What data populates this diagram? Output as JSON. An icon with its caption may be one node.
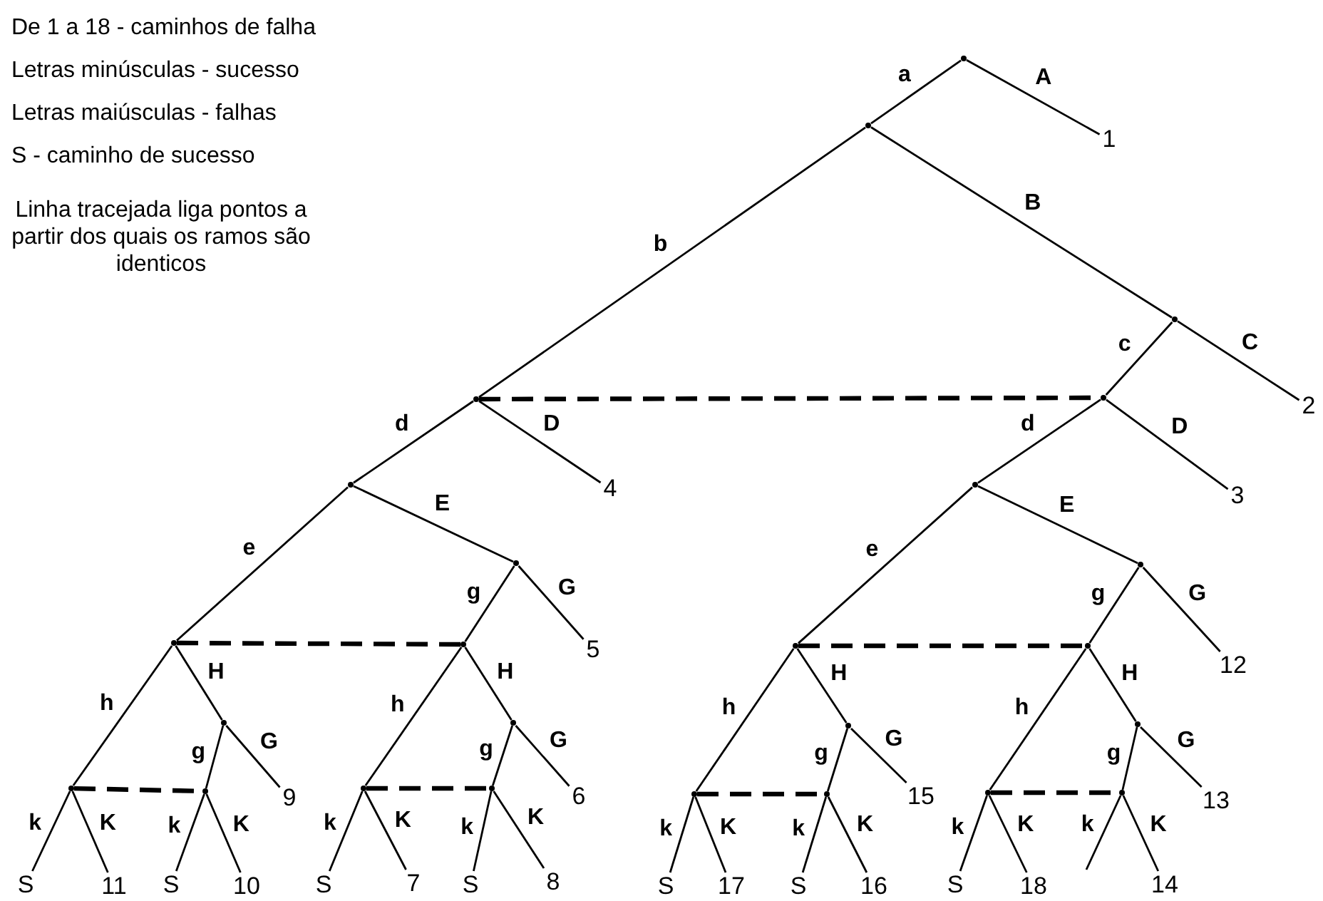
{
  "diagram": {
    "nodes": [
      {
        "text": [],
        "shape": "dot"
      },
      {
        "text": [
          "1"
        ]
      },
      {
        "text": [],
        "shape": "dot"
      },
      {
        "text": [],
        "shape": "dot"
      },
      {
        "text": [],
        "shape": "dot"
      },
      {
        "text": [],
        "shape": "dot"
      },
      {
        "text": [
          "2"
        ]
      },
      {
        "text": [
          "4"
        ]
      },
      {
        "text": [],
        "shape": "dot"
      },
      {
        "text": [
          "3"
        ]
      },
      {
        "text": [],
        "shape": "dot"
      },
      {
        "text": [],
        "shape": "dot"
      },
      {
        "text": [],
        "shape": "dot"
      },
      {
        "text": [],
        "shape": "dot"
      },
      {
        "text": [],
        "shape": "dot"
      },
      {
        "text": [
          "5"
        ]
      },
      {
        "text": [],
        "shape": "dot"
      },
      {
        "text": [],
        "shape": "dot"
      },
      {
        "text": [
          "12"
        ]
      },
      {
        "text": [],
        "shape": "dot"
      },
      {
        "text": [],
        "shape": "dot"
      },
      {
        "text": [],
        "shape": "dot"
      },
      {
        "text": [],
        "shape": "dot"
      },
      {
        "text": [],
        "shape": "dot"
      },
      {
        "text": [],
        "shape": "dot"
      },
      {
        "text": [
          "9"
        ]
      },
      {
        "text": [],
        "shape": "dot"
      },
      {
        "text": [],
        "shape": "dot"
      },
      {
        "text": [
          "6"
        ]
      },
      {
        "text": [],
        "shape": "dot"
      },
      {
        "text": [],
        "shape": "dot"
      },
      {
        "text": [
          "15"
        ]
      },
      {
        "text": [],
        "shape": "dot"
      },
      {
        "text": [],
        "shape": "dot"
      },
      {
        "text": [
          "13"
        ]
      },
      {
        "text": [
          "S"
        ]
      },
      {
        "text": [
          "11"
        ]
      },
      {
        "text": [
          "S"
        ]
      },
      {
        "text": [
          "10"
        ]
      },
      {
        "text": [
          "S"
        ]
      },
      {
        "text": [
          "7"
        ]
      },
      {
        "text": [
          "S"
        ]
      },
      {
        "text": [
          "8"
        ]
      },
      {
        "text": [
          "S"
        ]
      },
      {
        "text": [
          "17"
        ]
      },
      {
        "text": [
          "S"
        ]
      },
      {
        "text": [
          "16"
        ]
      },
      {
        "text": [
          "S"
        ]
      },
      {
        "text": [
          "18"
        ]
      },
      {
        "text": [
          "14"
        ]
      }
    ],
    "edges": [
      {
        "from": 0,
        "to": 2,
        "arrow": "none",
        "label": "a"
      },
      {
        "from": 0,
        "to": 1,
        "arrow": "none",
        "label": "A"
      },
      {
        "from": 2,
        "to": 3,
        "arrow": "none",
        "label": "b"
      },
      {
        "from": 2,
        "to": 4,
        "arrow": "none",
        "label": "B"
      },
      {
        "from": 4,
        "to": 5,
        "arrow": "none",
        "label": "c"
      },
      {
        "from": 4,
        "to": 6,
        "arrow": "none",
        "label": "C"
      },
      {
        "from": 3,
        "to": 5,
        "arrow": "none",
        "style": "dashed"
      },
      {
        "from": 3,
        "to": 8,
        "arrow": "none",
        "label": "d"
      },
      {
        "from": 3,
        "to": 7,
        "arrow": "none",
        "label": "D"
      },
      {
        "from": 5,
        "to": 10,
        "arrow": "none",
        "label": "d"
      },
      {
        "from": 5,
        "to": 9,
        "arrow": "none",
        "label": "D"
      },
      {
        "from": 8,
        "to": 13,
        "arrow": "none",
        "label": "e"
      },
      {
        "from": 8,
        "to": 11,
        "arrow": "none",
        "label": "E"
      },
      {
        "from": 11,
        "to": 14,
        "arrow": "none",
        "label": "g"
      },
      {
        "from": 11,
        "to": 15,
        "arrow": "none",
        "label": "G"
      },
      {
        "from": 13,
        "to": 14,
        "arrow": "none",
        "style": "dashed"
      },
      {
        "from": 10,
        "to": 16,
        "arrow": "none",
        "label": "e"
      },
      {
        "from": 10,
        "to": 12,
        "arrow": "none",
        "label": "E"
      },
      {
        "from": 12,
        "to": 17,
        "arrow": "none",
        "label": "g"
      },
      {
        "from": 12,
        "to": 18,
        "arrow": "none",
        "label": "G"
      },
      {
        "from": 16,
        "to": 17,
        "arrow": "none",
        "style": "dashed"
      },
      {
        "from": 13,
        "to": 23,
        "arrow": "none",
        "label": "h"
      },
      {
        "from": 13,
        "to": 19,
        "arrow": "none",
        "label": "H"
      },
      {
        "from": 19,
        "to": 24,
        "arrow": "none",
        "label": "g"
      },
      {
        "from": 19,
        "to": 25,
        "arrow": "none",
        "label": "G"
      },
      {
        "from": 23,
        "to": 24,
        "arrow": "none",
        "style": "dashed"
      },
      {
        "from": 14,
        "to": 26,
        "arrow": "none",
        "label": "h"
      },
      {
        "from": 14,
        "to": 20,
        "arrow": "none",
        "label": "H"
      },
      {
        "from": 20,
        "to": 27,
        "arrow": "none",
        "label": "g"
      },
      {
        "from": 20,
        "to": 28,
        "arrow": "none",
        "label": "G"
      },
      {
        "from": 26,
        "to": 27,
        "arrow": "none",
        "style": "dashed"
      },
      {
        "from": 16,
        "to": 29,
        "arrow": "none",
        "label": "h"
      },
      {
        "from": 16,
        "to": 21,
        "arrow": "none",
        "label": "H"
      },
      {
        "from": 21,
        "to": 30,
        "arrow": "none",
        "label": "g"
      },
      {
        "from": 21,
        "to": 31,
        "arrow": "none",
        "label": "G"
      },
      {
        "from": 29,
        "to": 30,
        "arrow": "none",
        "style": "dashed"
      },
      {
        "from": 17,
        "to": 32,
        "arrow": "none",
        "label": "h"
      },
      {
        "from": 17,
        "to": 22,
        "arrow": "none",
        "label": "H"
      },
      {
        "from": 22,
        "to": 33,
        "arrow": "none",
        "label": "g"
      },
      {
        "from": 22,
        "to": 34,
        "arrow": "none",
        "label": "G"
      },
      {
        "from": 32,
        "to": 33,
        "arrow": "none",
        "style": "dashed"
      },
      {
        "from": 23,
        "to": 35,
        "arrow": "none",
        "label": "k"
      },
      {
        "from": 23,
        "to": 36,
        "arrow": "none",
        "label": "K"
      },
      {
        "from": 24,
        "to": 37,
        "arrow": "none",
        "label": "k"
      },
      {
        "from": 24,
        "to": 38,
        "arrow": "none",
        "label": "K"
      },
      {
        "from": 26,
        "to": 39,
        "arrow": "none",
        "label": "k"
      },
      {
        "from": 26,
        "to": 40,
        "arrow": "none",
        "label": "K"
      },
      {
        "from": 27,
        "to": 41,
        "arrow": "none",
        "label": "k"
      },
      {
        "from": 27,
        "to": 42,
        "arrow": "none",
        "label": "K"
      },
      {
        "from": 29,
        "to": 43,
        "arrow": "none",
        "label": "k"
      },
      {
        "from": 29,
        "to": 44,
        "arrow": "none",
        "label": "K"
      },
      {
        "from": 30,
        "to": 45,
        "arrow": "none",
        "label": "k"
      },
      {
        "from": 30,
        "to": 46,
        "arrow": "none",
        "label": "K"
      },
      {
        "from": 32,
        "to": 47,
        "arrow": "none",
        "label": "k"
      },
      {
        "from": 32,
        "to": 48,
        "arrow": "none",
        "label": "K"
      },
      {
        "from": 33,
        "to": null,
        "arrow": "none",
        "label": "k"
      },
      {
        "from": 33,
        "to": 49,
        "arrow": "none",
        "label": "K"
      }
    ],
    "labels": [
      "De 1 a 18 - caminhos de falha",
      "Letras minúsculas - sucesso",
      "Letras maiúsculas - falhas",
      "S - caminho de sucesso",
      "Linha tracejada liga pontos a partir dos quais os ramos são identicos"
    ]
  }
}
